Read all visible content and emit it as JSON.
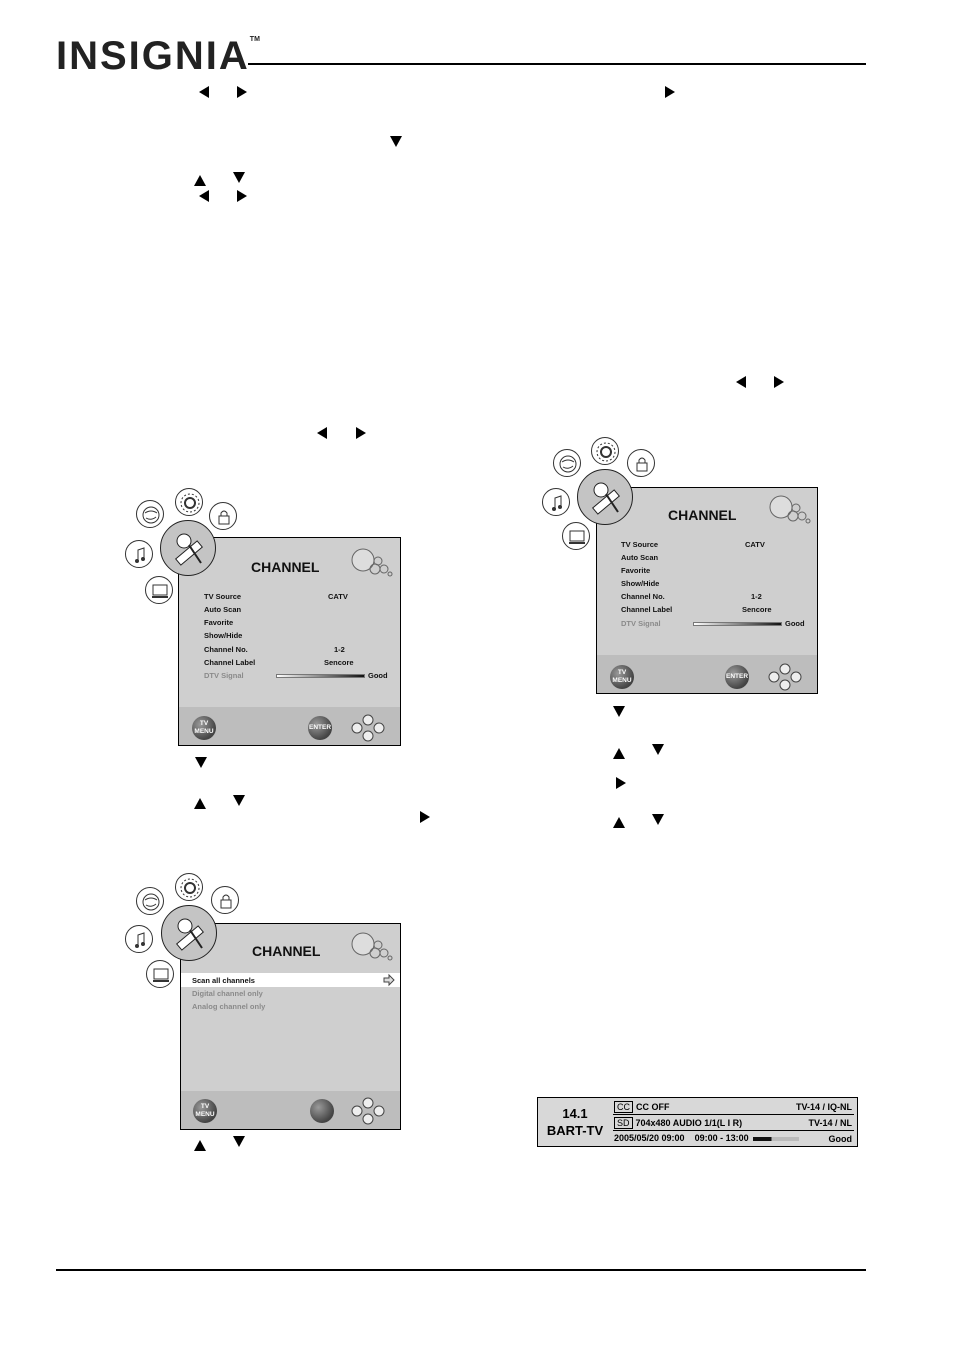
{
  "header": {
    "brand": "INSIGNIA",
    "tm": "TM"
  },
  "screens": [
    {
      "title": "CHANNEL",
      "rows": [
        "TV Source",
        "Auto Scan",
        "Favorite",
        "Show/Hide",
        "Channel No.",
        "Channel Label",
        "DTV Signal"
      ],
      "values": {
        "tv_source": "CATV",
        "channel_no": "1-2",
        "channel_label": "Sencore",
        "dtv_signal": "Good"
      },
      "buttons": {
        "menu_top": "TV",
        "menu_bottom": "MENU",
        "enter": "ENTER"
      }
    },
    {
      "title": "CHANNEL",
      "rows": [
        "Scan all channels",
        "Digital channel only",
        "Analog channel only"
      ],
      "buttons": {
        "menu_top": "TV",
        "menu_bottom": "MENU"
      }
    },
    {
      "title": "CHANNEL",
      "rows": [
        "TV Source",
        "Auto Scan",
        "Favorite",
        "Show/Hide",
        "Channel No.",
        "Channel Label",
        "DTV Signal"
      ],
      "values": {
        "tv_source": "CATV",
        "channel_no": "1-2",
        "channel_label": "Sencore",
        "dtv_signal": "Good"
      },
      "buttons": {
        "menu_top": "TV",
        "menu_bottom": "MENU",
        "enter": "ENTER"
      }
    }
  ],
  "banner": {
    "channel": "14.1",
    "station": "BART-TV",
    "cc_tag": "CC",
    "cc_text": "CC  OFF",
    "rating1": "TV-14 / IQ-NL",
    "sd_tag": "SD",
    "video_text": "704x480   AUDIO  1/1(L I R)",
    "rating2": "TV-14 / NL",
    "date_time": "2005/05/20  09:00",
    "program_time": "09:00 - 13:00",
    "signal": "Good",
    "signal_level": 0.4
  }
}
